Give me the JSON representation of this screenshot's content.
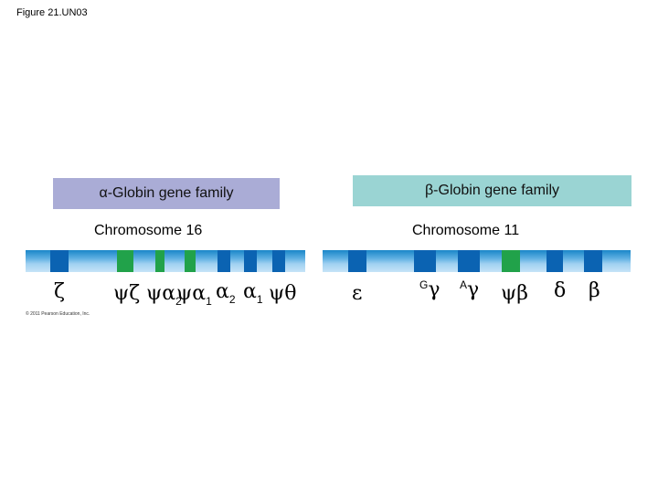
{
  "figure_label": "Figure 21.UN03",
  "alpha": {
    "banner": "α-Globin gene family",
    "chromosome": "Chromosome 16",
    "genes": [
      {
        "sym": "ζ"
      },
      {
        "sym": "ψζ"
      },
      {
        "sym": "ψα",
        "sub": "2"
      },
      {
        "sym": "ψα",
        "sub": "1"
      },
      {
        "sym": "α",
        "sub": "2"
      },
      {
        "sym": "α",
        "sub": "1"
      },
      {
        "sym": "ψθ"
      }
    ]
  },
  "beta": {
    "banner": "β-Globin gene family",
    "chromosome": "Chromosome 11",
    "genes": [
      {
        "sym": "ε"
      },
      {
        "sup": "G",
        "sym": "γ"
      },
      {
        "sup": "A",
        "sym": "γ"
      },
      {
        "sym": "ψβ"
      },
      {
        "sym": "δ"
      },
      {
        "sym": "β"
      }
    ]
  },
  "colors": {
    "functional_gene": "#0b63b2",
    "pseudogene": "#21a24a",
    "alpha_banner": "#aaacd6",
    "beta_banner": "#9ad4d3"
  },
  "copyright": "© 2011 Pearson Education, Inc."
}
